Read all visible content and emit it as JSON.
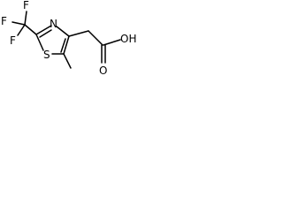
{
  "molecule": {
    "atoms": {
      "f_top": "F",
      "f_left": "F",
      "f_lower": "F",
      "n": "N",
      "s": "S",
      "o_carbonyl": "O",
      "oh": "OH"
    },
    "colors": {
      "bond": "#000000",
      "text": "#000000",
      "background": "#ffffff"
    }
  }
}
